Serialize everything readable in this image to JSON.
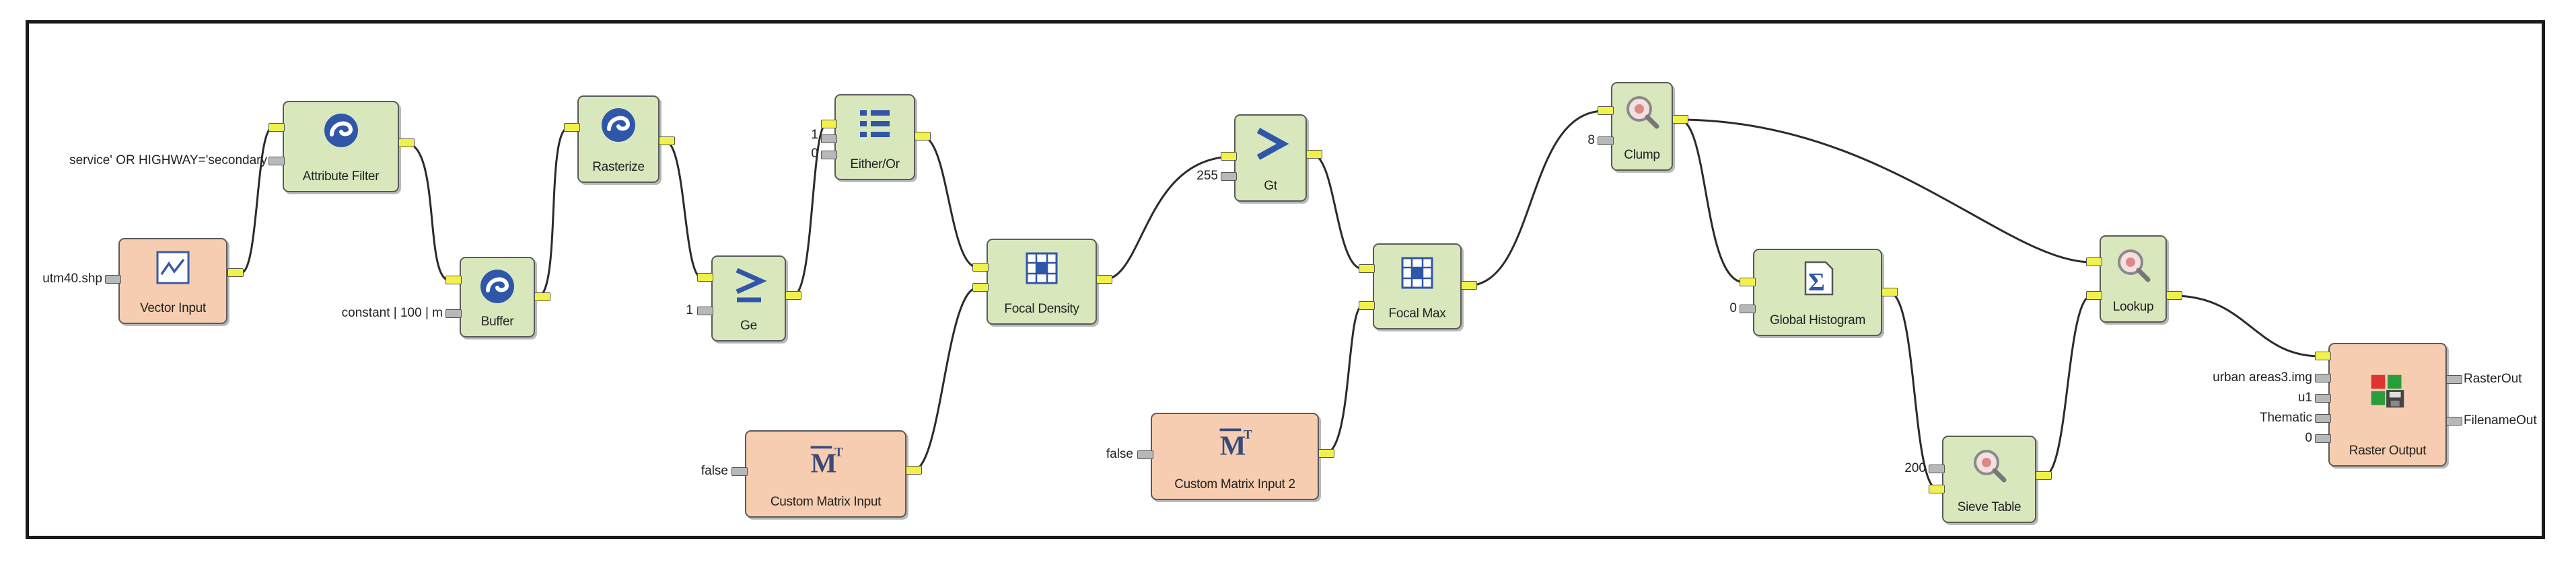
{
  "nodes": {
    "attribute_filter": "Attribute Filter",
    "vector_input": "Vector Input",
    "buffer": "Buffer",
    "rasterize": "Rasterize",
    "ge": "Ge",
    "either_or": "Either/Or",
    "focal_density": "Focal Density",
    "custom_matrix_input": "Custom Matrix Input",
    "gt": "Gt",
    "focal_max": "Focal Max",
    "custom_matrix_input_2": "Custom Matrix Input 2",
    "clump": "Clump",
    "global_histogram": "Global Histogram",
    "sieve_table": "Sieve Table",
    "lookup": "Lookup",
    "raster_output": "Raster Output"
  },
  "params": {
    "attr_filter_expr": "service' OR HIGHWAY='secondary",
    "vector_file": "utm40.shp",
    "buffer_dist": "constant | 100 | m",
    "ge_value": "1",
    "either_a": "1",
    "either_b": "0",
    "matrix_flag": "false",
    "gt_value": "255",
    "matrix2_flag": "false",
    "clump_value": "8",
    "hist_value": "0",
    "sieve_value": "200",
    "out_file": "urban  areas3.img",
    "out_name": "u1",
    "out_type": "Thematic",
    "out_zero": "0",
    "raster_out": "RasterOut",
    "filename_out": "FilenameOut"
  },
  "colors": {
    "operator_fill": "#d9e7bd",
    "input_fill": "#f6cdb0",
    "port_yellow": "#f1f14a",
    "port_grey": "#b8b8b8",
    "icon_blue": "#2f56a8"
  },
  "icons": {
    "attribute_filter": "swirl-icon",
    "vector_input": "line-graph-icon",
    "buffer": "swirl-icon",
    "rasterize": "swirl-icon",
    "ge": "greater-equal-icon",
    "either_or": "either-or-icon",
    "focal_density": "grid-icon",
    "custom_matrix_input": "matrix-transpose-icon",
    "gt": "greater-than-icon",
    "focal_max": "grid-icon",
    "custom_matrix_input_2": "matrix-transpose-icon",
    "clump": "magnifier-icon",
    "global_histogram": "sigma-icon",
    "sieve_table": "magnifier-icon",
    "lookup": "magnifier-icon",
    "raster_output": "raster-save-icon"
  }
}
